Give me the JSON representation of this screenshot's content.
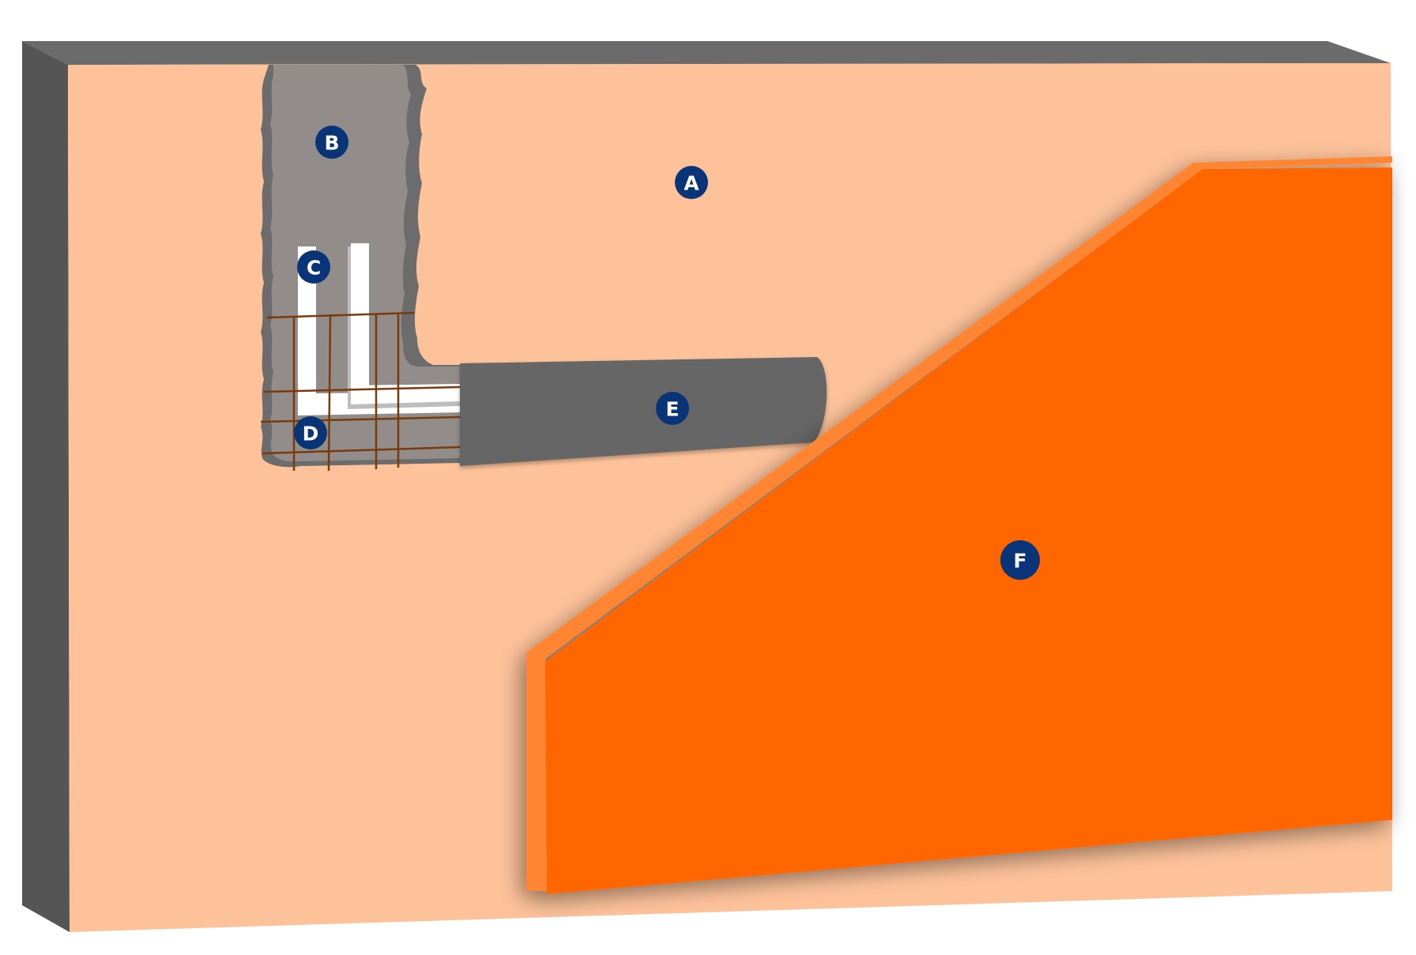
{
  "colors": {
    "panel_face": "#FEC29A",
    "panel_edge_top": "#6B6B6B",
    "panel_edge_left": "#555555",
    "trench": "#928D8A",
    "trench_rim": "#6C6C6C",
    "pipe": "#666666",
    "conduit": "#FFFFFF",
    "mesh": "#7A3A0C",
    "cover_board": "#FF6600",
    "cover_board_edge": "#FF8530",
    "marker_fill": "#0A3478"
  },
  "markers": [
    {
      "id": "A",
      "label": "A"
    },
    {
      "id": "B",
      "label": "B"
    },
    {
      "id": "C",
      "label": "C"
    },
    {
      "id": "D",
      "label": "D"
    },
    {
      "id": "E",
      "label": "E"
    },
    {
      "id": "F",
      "label": "F"
    }
  ]
}
